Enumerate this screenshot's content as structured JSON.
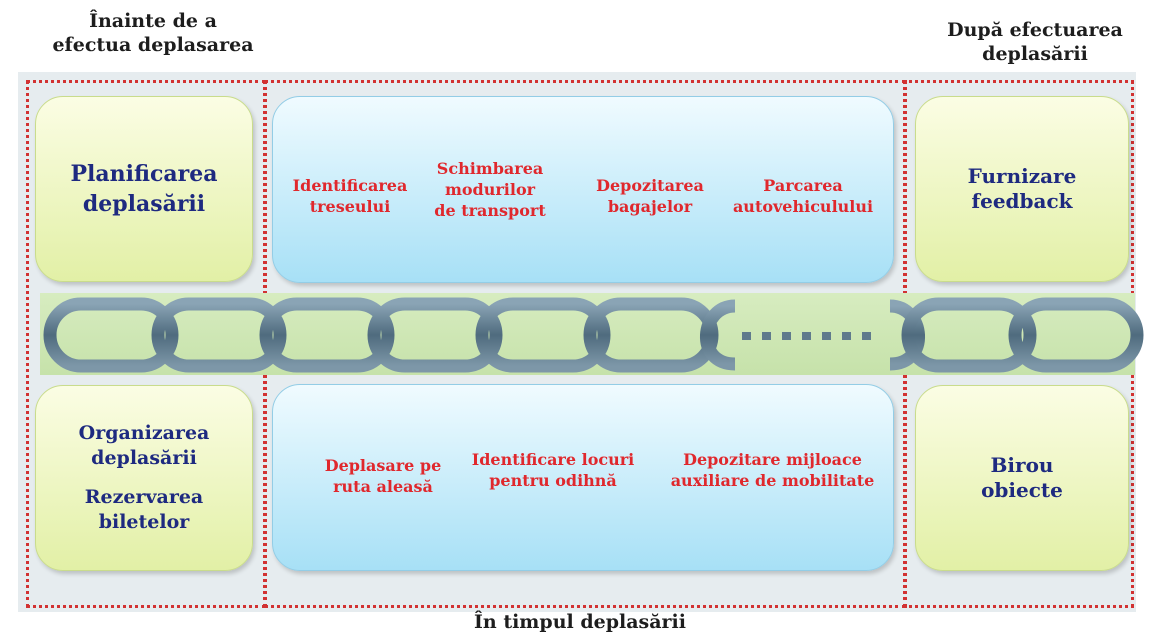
{
  "headers": {
    "before": "Înainte de a efectua deplasarea",
    "before_line1": "Înainte de a",
    "before_line2": "efectua deplasarea",
    "after_line1": "După efectuarea",
    "after_line2": "deplasării",
    "during": "În timpul deplasării"
  },
  "left": {
    "top_line1": "Planificarea",
    "top_line2": "deplasării",
    "bottom_line1": "Organizarea",
    "bottom_line2": "deplasării",
    "bottom_line3": "Rezervarea",
    "bottom_line4": "biletelor"
  },
  "middle_top": {
    "item1_line1": "Identificarea",
    "item1_line2": "treseului",
    "item2_line1": "Schimbarea",
    "item2_line2": "modurilor",
    "item2_line3": "de transport",
    "item3_line1": "Depozitarea",
    "item3_line2": "bagajelor",
    "item4_line1": "Parcarea",
    "item4_line2": "autovehiculului"
  },
  "middle_bottom": {
    "item1_line1": "Deplasare pe",
    "item1_line2": "ruta aleasă",
    "item2_line1": "Identificare locuri",
    "item2_line2": "pentru odihnă",
    "item3_line1": "Depozitare mijloace",
    "item3_line2": "auxiliare de mobilitate"
  },
  "right": {
    "top_line1": "Furnizare",
    "top_line2": "feedback",
    "bottom_line1": "Birou",
    "bottom_line2": "obiecte"
  },
  "colors": {
    "dotted_border": "#d23232",
    "navy_text": "#1e2a80",
    "red_text": "#e0282d",
    "chain": "#5f7a8c",
    "green_box": "#e2f0a6",
    "blue_box": "#a7e0f6",
    "band": "#c6e2aa"
  },
  "icons": {
    "chain": "chain-links-icon"
  }
}
